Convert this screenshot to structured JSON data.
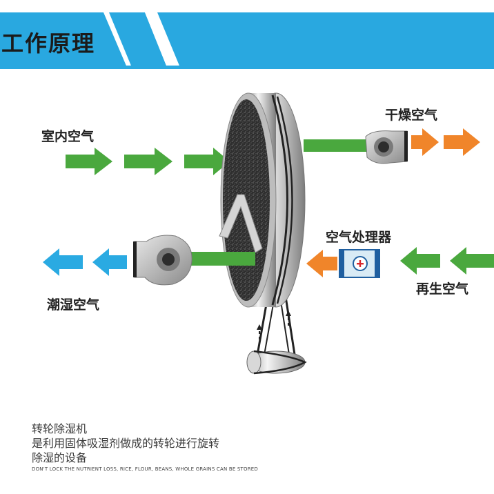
{
  "header": {
    "title": "工作原理",
    "accent_color": "#29a8e0"
  },
  "labels": {
    "indoor_air": "室内空气",
    "dry_air": "干燥空气",
    "air_processor": "空气处理器",
    "regen_air": "再生空气",
    "humid_air": "潮湿空气"
  },
  "description": {
    "line1": "转轮除湿机",
    "line2": "是利用固体吸湿剂做成的转轮进行旋转",
    "line3": "除湿的设备"
  },
  "footnote": "DON'T LOCK THE NUTRIENT LOSS, RICE, FLOUR, BEANS, WHOLE GRAINS CAN BE STORED",
  "colors": {
    "green": "#4aa83e",
    "orange": "#f0852a",
    "blue": "#29a8e0",
    "wheel_dark": "#2b2b2b"
  },
  "icons": {
    "processor": "plus-circle-icon",
    "fan": "fan-icon"
  }
}
